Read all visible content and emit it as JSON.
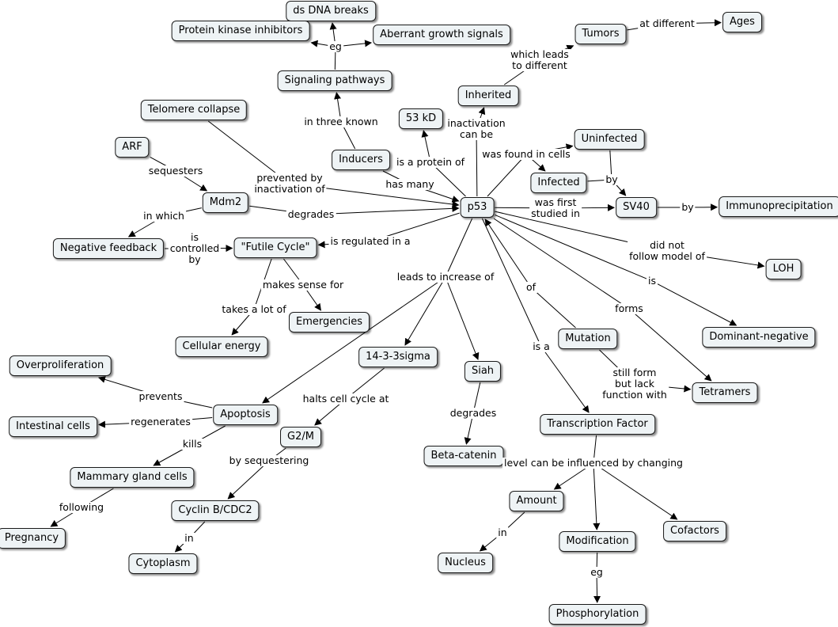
{
  "concepts": {
    "ds_dna": "ds DNA breaks",
    "pki": "Protein kinase inhibitors",
    "aberrant": "Aberrant growth signals",
    "signaling": "Signaling pathways",
    "telomere": "Telomere collapse",
    "inducers": "Inducers",
    "arf": "ARF",
    "mdm2": "Mdm2",
    "negfb": "Negative feedback",
    "futile": "\"Futile Cycle\"",
    "emergencies": "Emergencies",
    "cellenergy": "Cellular energy",
    "p53": "p53",
    "kd53": "53 kD",
    "inherited": "Inherited",
    "tumors": "Tumors",
    "ages": "Ages",
    "uninfected": "Uninfected",
    "infected": "Infected",
    "sv40": "SV40",
    "immuno": "Immunoprecipitation",
    "loh": "LOH",
    "domneg": "Dominant-negative",
    "tetramers": "Tetramers",
    "mutation": "Mutation",
    "tf": "Transcription Factor",
    "sigma": "14-3-3sigma",
    "siah": "Siah",
    "betacat": "Beta-catenin",
    "apoptosis": "Apoptosis",
    "overprolif": "Overproliferation",
    "intestinal": "Intestinal cells",
    "mammary": "Mammary gland cells",
    "pregnancy": "Pregnancy",
    "g2m": "G2/M",
    "cyclin": "Cyclin B/CDC2",
    "cytoplasm": "Cytoplasm",
    "amount": "Amount",
    "nucleus": "Nucleus",
    "modification": "Modification",
    "phosphorylation": "Phosphorylation",
    "cofactors": "Cofactors"
  },
  "linking_phrases": {
    "eg1": "eg",
    "three_known": "in three known",
    "prevented": "prevented by\ninactivation of",
    "sequesters": "sequesters",
    "in_which": "in which",
    "degrades1": "degrades",
    "controlled": "is\ncontrolled\nby",
    "regulated": "is regulated in a",
    "makes_sense": "makes sense for",
    "takes_lot": "takes a lot of",
    "protein_of": "is a protein of",
    "has_many": "has many",
    "inact_can": "inactivation\ncan be",
    "leads_diff": "which leads\nto different",
    "at_diff": "at different",
    "found_cells": "was found in cells",
    "by1": "by",
    "first_studied": "was first\nstudied in",
    "by2": "by",
    "did_not": "did not\nfollow model of",
    "is1": "is",
    "forms": "forms",
    "of1": "of",
    "is_a": "is a",
    "still_form": "still form\nbut lack\nfunction with",
    "leads_increase": "leads to increase of",
    "halts": "halts cell cycle at",
    "by_seq": "by sequestering",
    "in1": "in",
    "degrades2": "degrades",
    "prevents": "prevents",
    "regenerates": "regenerates",
    "kills": "kills",
    "following": "following",
    "level_changing": "level can be influenced by changing",
    "in2": "in",
    "eg2": "eg"
  },
  "connections": [
    [
      "signaling",
      "eg1"
    ],
    [
      "eg1",
      "ds_dna"
    ],
    [
      "eg1",
      "pki"
    ],
    [
      "eg1",
      "aberrant"
    ],
    [
      "inducers",
      "three_known"
    ],
    [
      "three_known",
      "signaling"
    ],
    [
      "telomere",
      "prevented"
    ],
    [
      "prevented",
      "p53"
    ],
    [
      "arf",
      "sequesters"
    ],
    [
      "sequesters",
      "mdm2"
    ],
    [
      "mdm2",
      "in_which"
    ],
    [
      "in_which",
      "negfb"
    ],
    [
      "mdm2",
      "degrades1"
    ],
    [
      "degrades1",
      "p53"
    ],
    [
      "negfb",
      "controlled"
    ],
    [
      "controlled",
      "futile"
    ],
    [
      "p53",
      "regulated"
    ],
    [
      "regulated",
      "futile"
    ],
    [
      "futile",
      "makes_sense"
    ],
    [
      "makes_sense",
      "emergencies"
    ],
    [
      "futile",
      "takes_lot"
    ],
    [
      "takes_lot",
      "cellenergy"
    ],
    [
      "p53",
      "protein_of"
    ],
    [
      "protein_of",
      "kd53"
    ],
    [
      "inducers",
      "has_many"
    ],
    [
      "has_many",
      "p53"
    ],
    [
      "p53",
      "inact_can"
    ],
    [
      "inact_can",
      "inherited"
    ],
    [
      "inherited",
      "leads_diff"
    ],
    [
      "leads_diff",
      "tumors"
    ],
    [
      "tumors",
      "at_diff"
    ],
    [
      "at_diff",
      "ages"
    ],
    [
      "p53",
      "found_cells"
    ],
    [
      "found_cells",
      "uninfected"
    ],
    [
      "found_cells",
      "infected"
    ],
    [
      "uninfected",
      "by1"
    ],
    [
      "infected",
      "by1"
    ],
    [
      "by1",
      "sv40"
    ],
    [
      "p53",
      "first_studied"
    ],
    [
      "first_studied",
      "sv40"
    ],
    [
      "sv40",
      "by2"
    ],
    [
      "by2",
      "immuno"
    ],
    [
      "p53",
      "did_not"
    ],
    [
      "did_not",
      "loh"
    ],
    [
      "p53",
      "is1"
    ],
    [
      "is1",
      "domneg"
    ],
    [
      "p53",
      "forms"
    ],
    [
      "forms",
      "tetramers"
    ],
    [
      "mutation",
      "of1"
    ],
    [
      "of1",
      "p53"
    ],
    [
      "p53",
      "is_a"
    ],
    [
      "is_a",
      "tf"
    ],
    [
      "mutation",
      "still_form"
    ],
    [
      "still_form",
      "tetramers"
    ],
    [
      "p53",
      "leads_increase"
    ],
    [
      "leads_increase",
      "apoptosis"
    ],
    [
      "leads_increase",
      "sigma"
    ],
    [
      "leads_increase",
      "siah"
    ],
    [
      "sigma",
      "halts"
    ],
    [
      "halts",
      "g2m"
    ],
    [
      "g2m",
      "by_seq"
    ],
    [
      "by_seq",
      "cyclin"
    ],
    [
      "cyclin",
      "in1"
    ],
    [
      "in1",
      "cytoplasm"
    ],
    [
      "siah",
      "degrades2"
    ],
    [
      "degrades2",
      "betacat"
    ],
    [
      "apoptosis",
      "prevents"
    ],
    [
      "prevents",
      "overprolif"
    ],
    [
      "apoptosis",
      "regenerates"
    ],
    [
      "regenerates",
      "intestinal"
    ],
    [
      "apoptosis",
      "kills"
    ],
    [
      "kills",
      "mammary"
    ],
    [
      "mammary",
      "following"
    ],
    [
      "following",
      "pregnancy"
    ],
    [
      "tf",
      "level_changing"
    ],
    [
      "level_changing",
      "amount"
    ],
    [
      "level_changing",
      "modification"
    ],
    [
      "level_changing",
      "cofactors"
    ],
    [
      "amount",
      "in2"
    ],
    [
      "in2",
      "nucleus"
    ],
    [
      "modification",
      "eg2"
    ],
    [
      "eg2",
      "phosphorylation"
    ]
  ]
}
